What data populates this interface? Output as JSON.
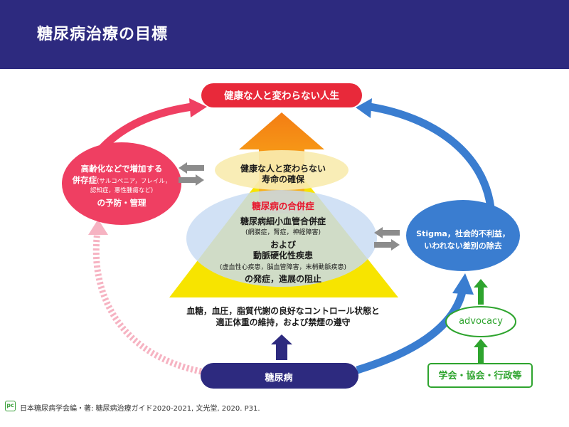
{
  "page_title": "糖尿病治療の目標",
  "goal": "健康な人と変わらない人生",
  "longevity": {
    "line1": "健康な人と変わらない",
    "line2": "寿命の確保"
  },
  "complications": {
    "title": "糖尿病の合併症",
    "micro": "糖尿病細小血管合併症",
    "micro_detail": "(網膜症，腎症，神経障害)",
    "connector": "および",
    "macro": "動脈硬化性疾患",
    "macro_detail": "(虚血性心疾患，脳血管障害，末梢動脈疾患)",
    "prevention": "の発症，進展の阻止"
  },
  "control": {
    "line1": "血糖，血圧，脂質代謝の良好なコントロール状態と",
    "line2": "適正体重の維持，および禁煙の遵守"
  },
  "diabetes": "糖尿病",
  "aging": {
    "line1": "高齢化などで増加する",
    "line2_main": "併存症",
    "line2_sub": "(サルコペニア，フレイル，",
    "line3": "認知症，悪性腫瘍など)",
    "line4": "の予防・管理"
  },
  "stigma": {
    "line1": "Stigma，社会的不利益，",
    "line2": "いわれない差別の除去"
  },
  "advocacy": "advocacy",
  "societies": "学会・協会・行政等",
  "footer": {
    "logo": "pc",
    "citation": "日本糖尿病学会編・著: 糖尿病治療ガイド2020-2021, 文光堂, 2020. P31."
  },
  "colors": {
    "header_bg": "#2d2a7f",
    "goal_red": "#e8293a",
    "aging_pink": "#ef3f62",
    "stigma_blue": "#3a7dd0",
    "diabetes_navy": "#2d2a7f",
    "advocacy_green": "#2ea42e",
    "pyramid_yellow": "#f7e400",
    "arrow_orange": "#f47d14",
    "ellipse_blue": "#c7daf3",
    "ellipse_yellow": "#f8ecb0"
  }
}
